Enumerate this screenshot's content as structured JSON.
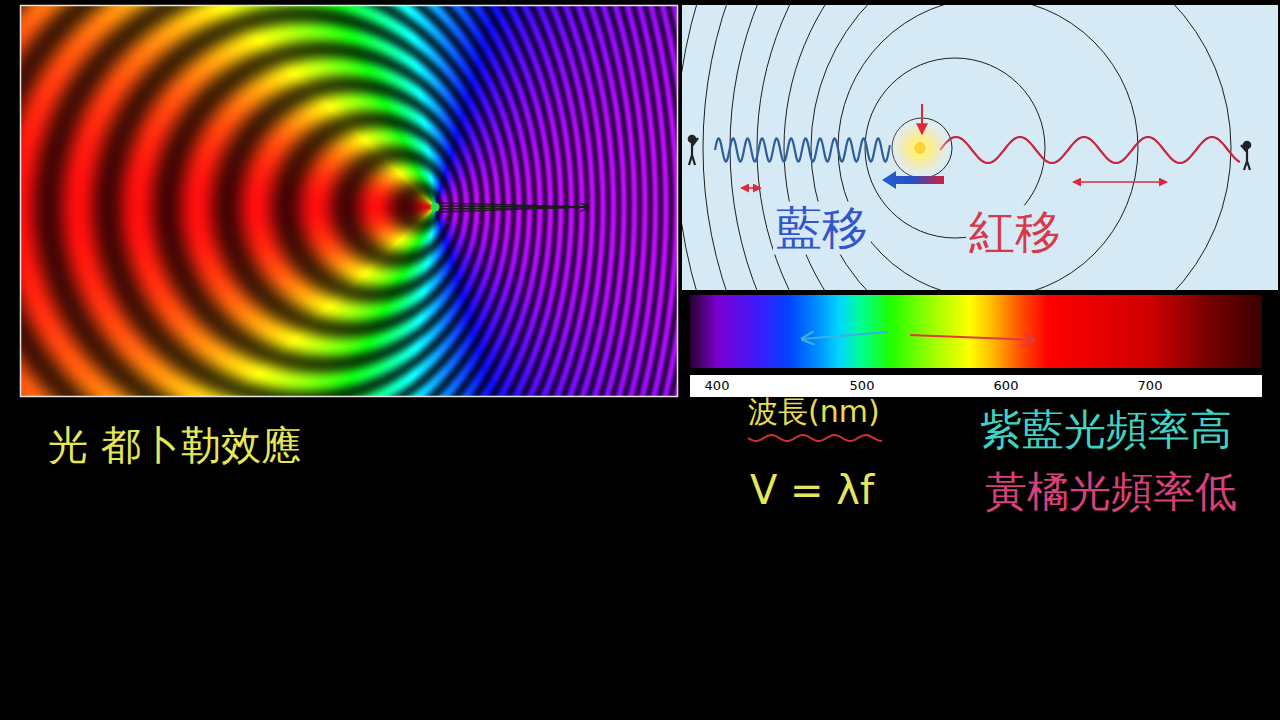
{
  "diagram": {
    "labels": [
      "藍移",
      "紅移",
      "400",
      "500",
      "600",
      "700",
      "光 都卜勒效應",
      "波長(nm)",
      "V = λf",
      "紫藍光頻率高",
      "黃橘光頻率低"
    ]
  }
}
